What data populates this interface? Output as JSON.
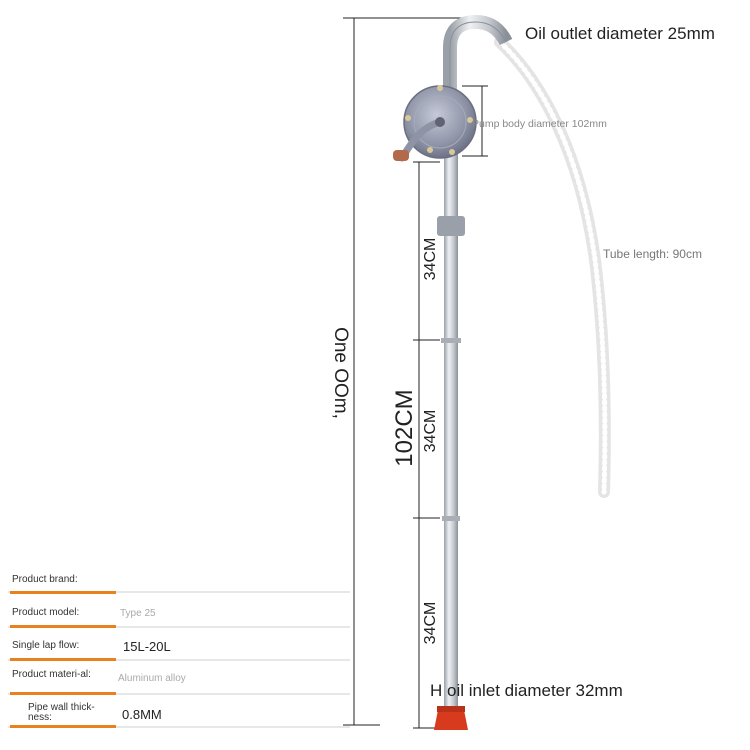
{
  "annotations": {
    "oil_outlet": "Oil outlet diameter 25mm",
    "pump_body": "Pump body diameter 102mm",
    "tube_length": "Tube length: 90cm",
    "oil_inlet": "H oil inlet diameter 32mm",
    "total_length": "One OOm,",
    "rod_length": "102CM",
    "segment_lengths": [
      "34CM",
      "34CM",
      "34CM"
    ]
  },
  "specs": [
    {
      "label": "Product brand:",
      "value": ""
    },
    {
      "label": "Product model:",
      "value": "Type 25"
    },
    {
      "label": "Single lap flow:",
      "value": "15L-20L"
    },
    {
      "label": "Product materi-al:",
      "value": "Aluminum alloy"
    },
    {
      "label": "Pipe wall thick-ness:",
      "value": "0.8MM"
    }
  ],
  "colors": {
    "accent_bar": "#e8821e",
    "pipe": "#c9ccd2",
    "inlet_cap": "#d83a1e",
    "hose": "#ececec",
    "pump_body": "#8e93a6"
  },
  "icons": [
    "hand-rotary-pump-icon"
  ]
}
